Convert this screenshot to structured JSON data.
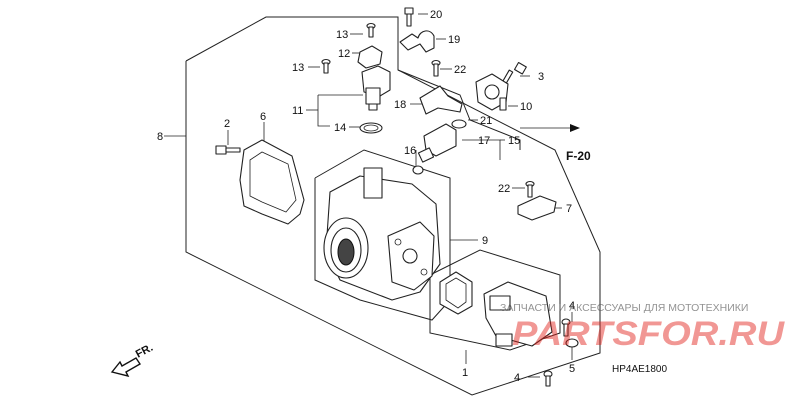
{
  "callouts": [
    {
      "id": "c20",
      "label": "20"
    },
    {
      "id": "c19",
      "label": "19"
    },
    {
      "id": "c13a",
      "label": "13"
    },
    {
      "id": "c12",
      "label": "12"
    },
    {
      "id": "c13b",
      "label": "13"
    },
    {
      "id": "c22a",
      "label": "22"
    },
    {
      "id": "c3",
      "label": "3"
    },
    {
      "id": "c11",
      "label": "11"
    },
    {
      "id": "c18",
      "label": "18"
    },
    {
      "id": "c10",
      "label": "10"
    },
    {
      "id": "c14",
      "label": "14"
    },
    {
      "id": "c21",
      "label": "21"
    },
    {
      "id": "c8",
      "label": "8"
    },
    {
      "id": "c2",
      "label": "2"
    },
    {
      "id": "c6",
      "label": "6"
    },
    {
      "id": "c17",
      "label": "17"
    },
    {
      "id": "c15",
      "label": "15"
    },
    {
      "id": "c16",
      "label": "16"
    },
    {
      "id": "c22b",
      "label": "22"
    },
    {
      "id": "c7",
      "label": "7"
    },
    {
      "id": "c9",
      "label": "9"
    },
    {
      "id": "c4a",
      "label": "4"
    },
    {
      "id": "c5",
      "label": "5"
    },
    {
      "id": "c1",
      "label": "1"
    },
    {
      "id": "c4b",
      "label": "4"
    }
  ],
  "ref_label": "F-20",
  "direction_label": "FR.",
  "diagram_code": "HP4AE1800",
  "watermark": {
    "tagline": "ЗАПЧАСТИ И АКСЕССУАРЫ ДЛЯ МОТОТЕХНИКИ",
    "brand": "PARTSFOR.RU",
    "brand_color": "#e0211b"
  }
}
